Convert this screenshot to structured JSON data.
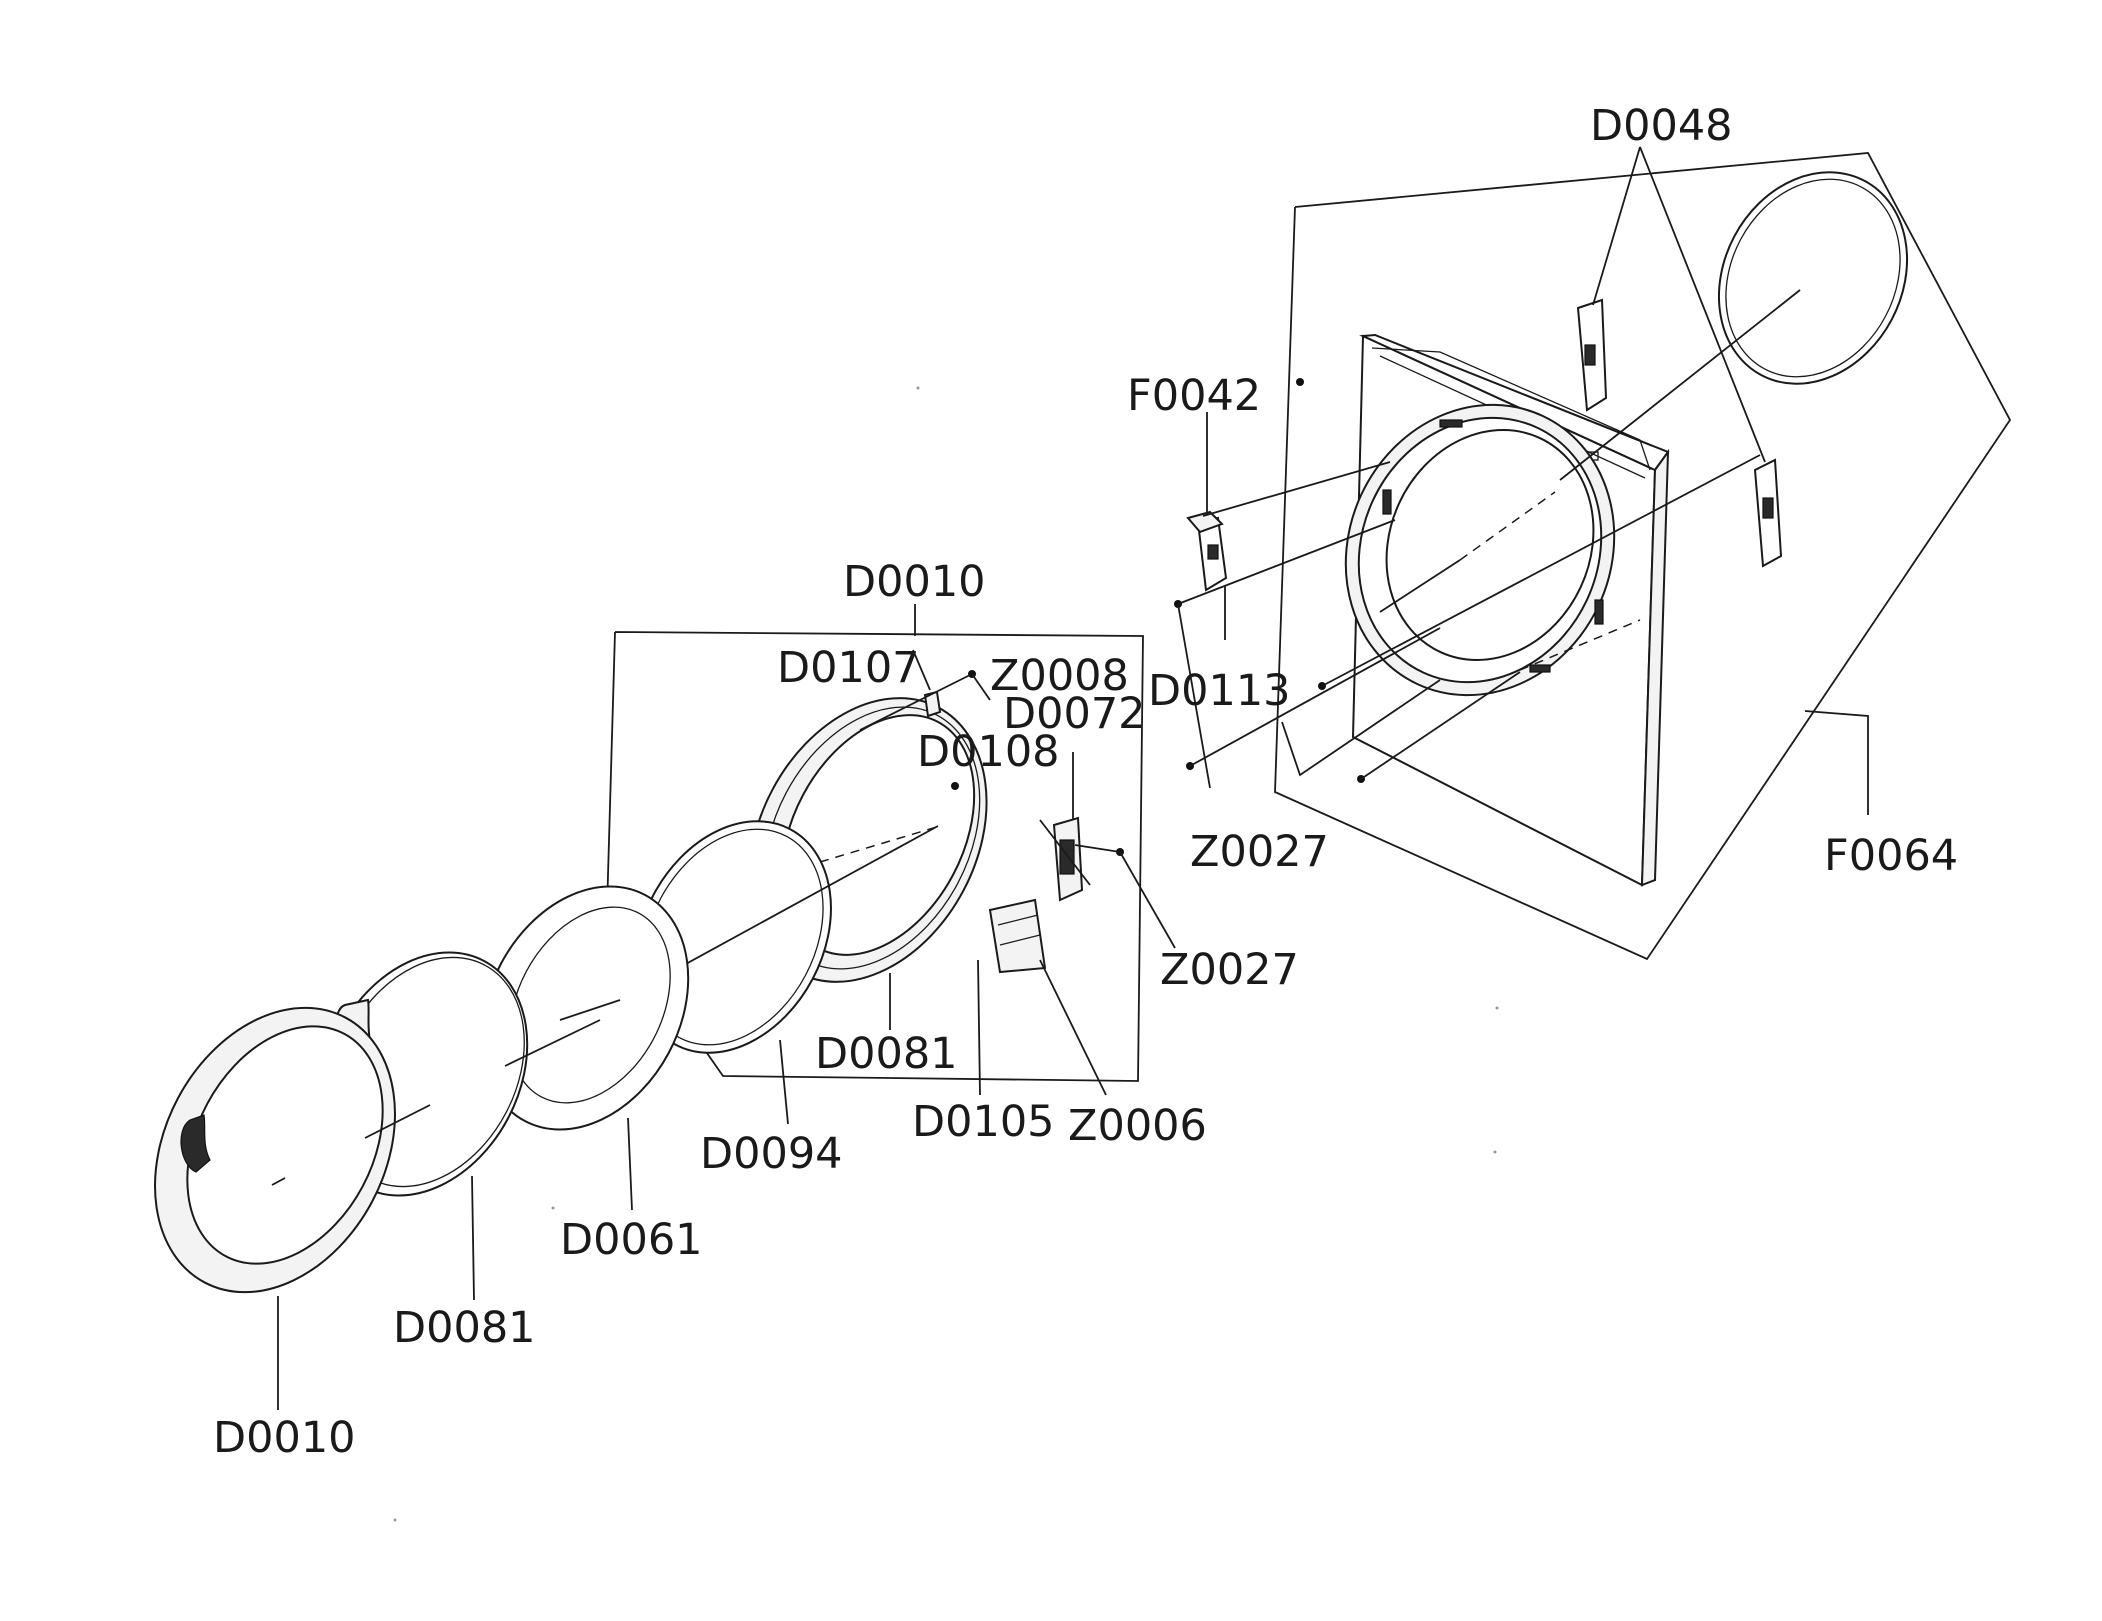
{
  "labels": {
    "d0048": "D0048",
    "f0042": "F0042",
    "d0113": "D0113",
    "z0027_top": "Z0027",
    "f0064": "F0064",
    "d0010_group": "D0010",
    "d0107": "D0107",
    "z0008": "Z0008",
    "d0072": "D0072",
    "d0108": "D0108",
    "z0027_mid": "Z0027",
    "d0081_inner": "D0081",
    "d0105": "D0105",
    "z0006": "Z0006",
    "d0094": "D0094",
    "d0061": "D0061",
    "d0081_outer": "D0081",
    "d0010_door": "D0010"
  }
}
